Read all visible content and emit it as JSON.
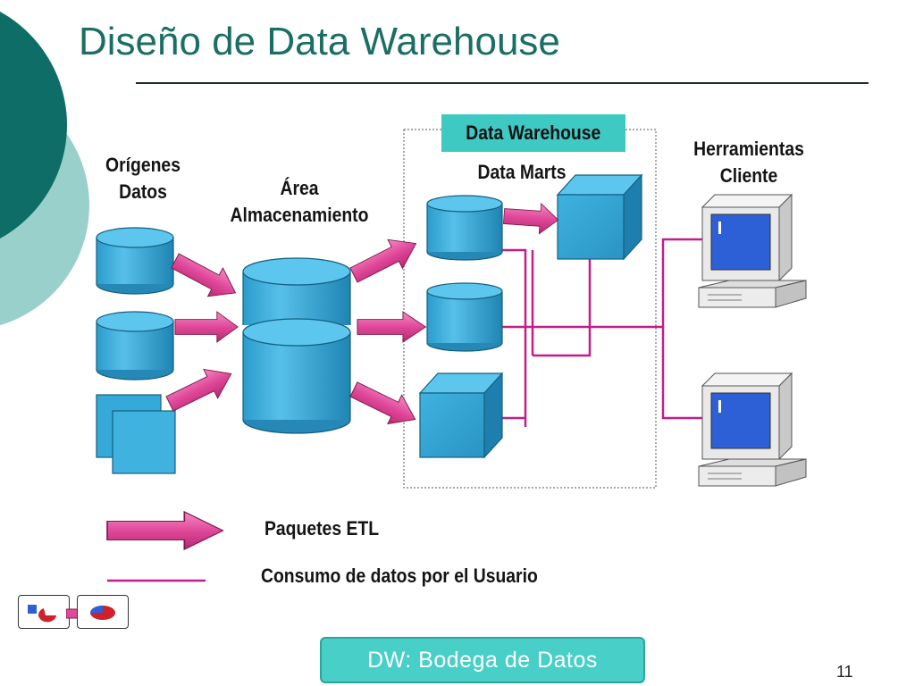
{
  "slide": {
    "title": "Diseño de Data Warehouse",
    "page_number": "11"
  },
  "diagram": {
    "sources_label_line1": "Orígenes",
    "sources_label_line2": "Datos",
    "staging_label_line1": "Área",
    "staging_label_line2": "Almacenamiento",
    "warehouse_label": "Data Warehouse",
    "marts_label": "Data Marts",
    "clients_label_line1": "Herramientas",
    "clients_label_line2": "Cliente"
  },
  "legend": {
    "etl_label": "Paquetes ETL",
    "consumption_label": "Consumo de datos por el Usuario"
  },
  "footer": {
    "button_label": "DW: Bodega de Datos"
  },
  "colors": {
    "title": "#1a6e64",
    "cylinder_fill": "#35a9d8",
    "arrow_fill": "#e0489a",
    "consumption_line": "#c21f86",
    "teal_dark": "#0e6d66",
    "teal_light": "#9ad0cc",
    "tag": "#3ec9c3"
  }
}
